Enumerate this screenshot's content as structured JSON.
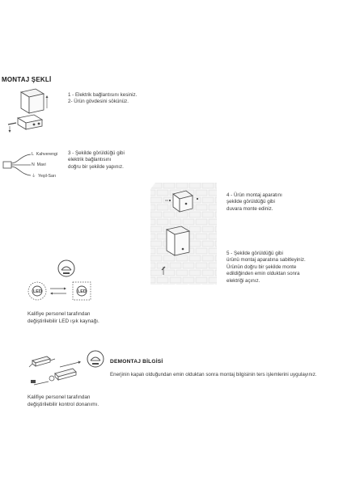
{
  "montaj": {
    "heading": "MONTAJ ŞEKLİ",
    "steps": [
      {
        "lines": [
          "1 - Elektrik bağlantısını kesiniz.",
          "2- Ürün gövdesini sökünüz."
        ]
      },
      {
        "lines": [
          "3 - Şekilde görüldüğü gibi",
          "elektrik bağlantısını",
          "doğru bir şekilde yapınız."
        ]
      },
      {
        "lines": [
          "4 - Ürün montaj aparatını",
          "şekilde görüldüğü gibi",
          "duvara monte ediniz."
        ]
      },
      {
        "lines": [
          "5 - Şekilde görüldüğü gibi",
          "ürünü montaj aparatına sabitleyiniz.",
          "Ürünün doğru bir şekilde monte",
          "edildiğinden emin olduktan sonra",
          "elektriği açınız."
        ]
      }
    ],
    "wires": [
      {
        "letter": "L",
        "name": "Kahverengi"
      },
      {
        "letter": "N",
        "name": "Mavi"
      },
      {
        "letter": "⏚",
        "name": "Yeşil-Sarı"
      }
    ]
  },
  "led_replace": {
    "badge": "LED",
    "caption": [
      "Kalifiye personel tarafından",
      "değiştirilebilir LED ışık kaynağı."
    ]
  },
  "driver_replace": {
    "caption": [
      "Kalifiye personel tarafından",
      "değiştirilebilir kontrol donanımı."
    ]
  },
  "demontaj": {
    "heading": "DEMONTAJ BİLGİSİ",
    "text": "Enerjinin kapalı olduğundan emin olduktan sonra montaj bilgisinin ters işlemlerini uygulayınız."
  },
  "colors": {
    "line": "#4a4a4a",
    "brick": "#e3e3e3",
    "light_fill": "#f1f1f1"
  }
}
